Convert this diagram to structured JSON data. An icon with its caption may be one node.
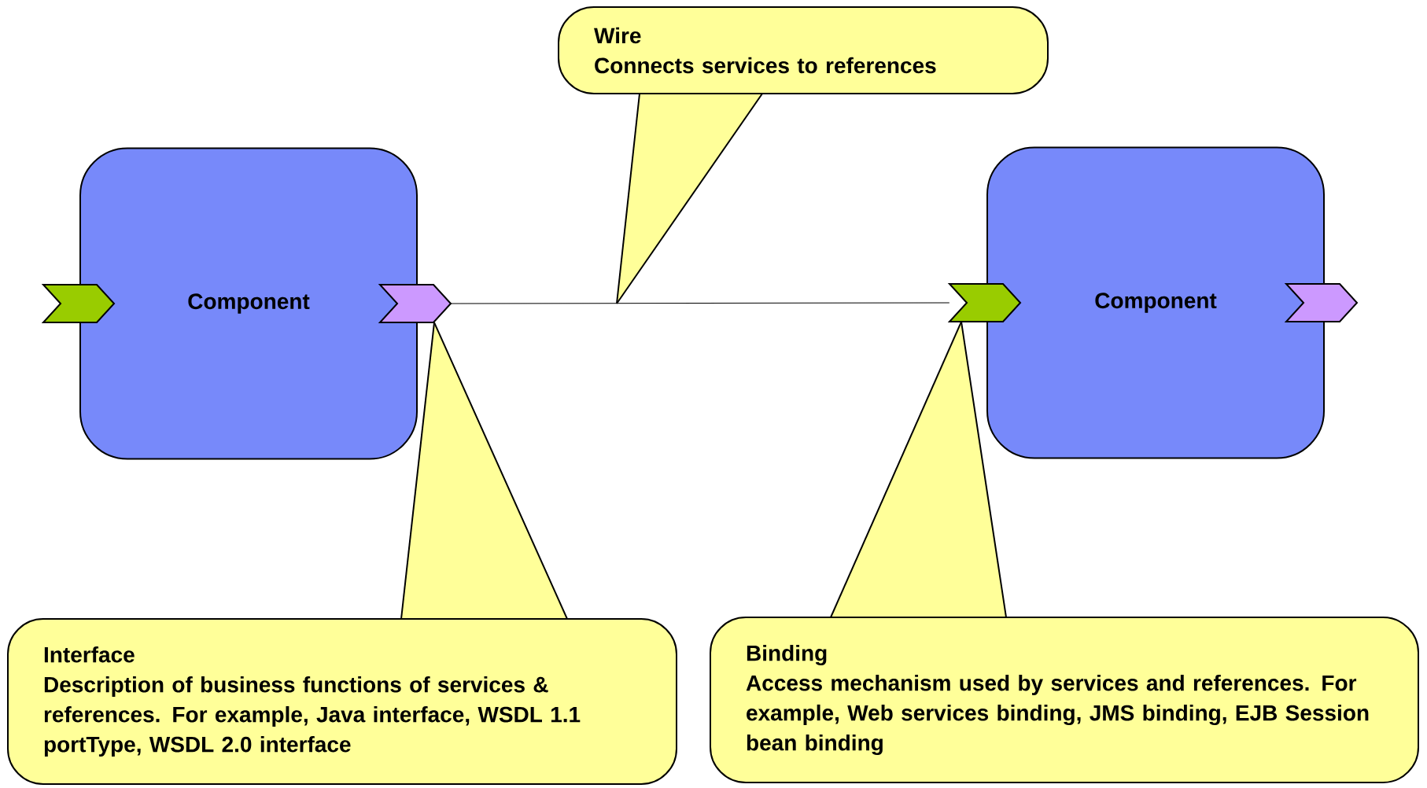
{
  "diagram": {
    "nodes": [
      {
        "text": [
          "Component"
        ]
      },
      {
        "text": [],
        "shape": "chevron"
      },
      {
        "text": [],
        "shape": "chevron"
      },
      {
        "text": [
          "Component"
        ]
      },
      {
        "text": [],
        "shape": "chevron"
      },
      {
        "text": [],
        "shape": "chevron"
      },
      {
        "text": [
          "Wire",
          "Connects services to references"
        ]
      },
      {
        "text": [
          "Interface",
          "Description of business functions of services & references.  For example, Java interface, WSDL 1.1 portType, WSDL 2.0 interface"
        ]
      },
      {
        "text": [
          "Binding",
          "Access mechanism used by services and references. For example, Web services binding, JMS binding, EJB Session bean binding"
        ]
      }
    ],
    "edges": [
      {
        "from": 2,
        "to": 4,
        "arrow": "none"
      },
      {
        "from": 6,
        "to": null,
        "arrow": "none"
      },
      {
        "from": 7,
        "to": 2,
        "arrow": "none"
      },
      {
        "from": 8,
        "to": 4,
        "arrow": "none"
      }
    ]
  }
}
